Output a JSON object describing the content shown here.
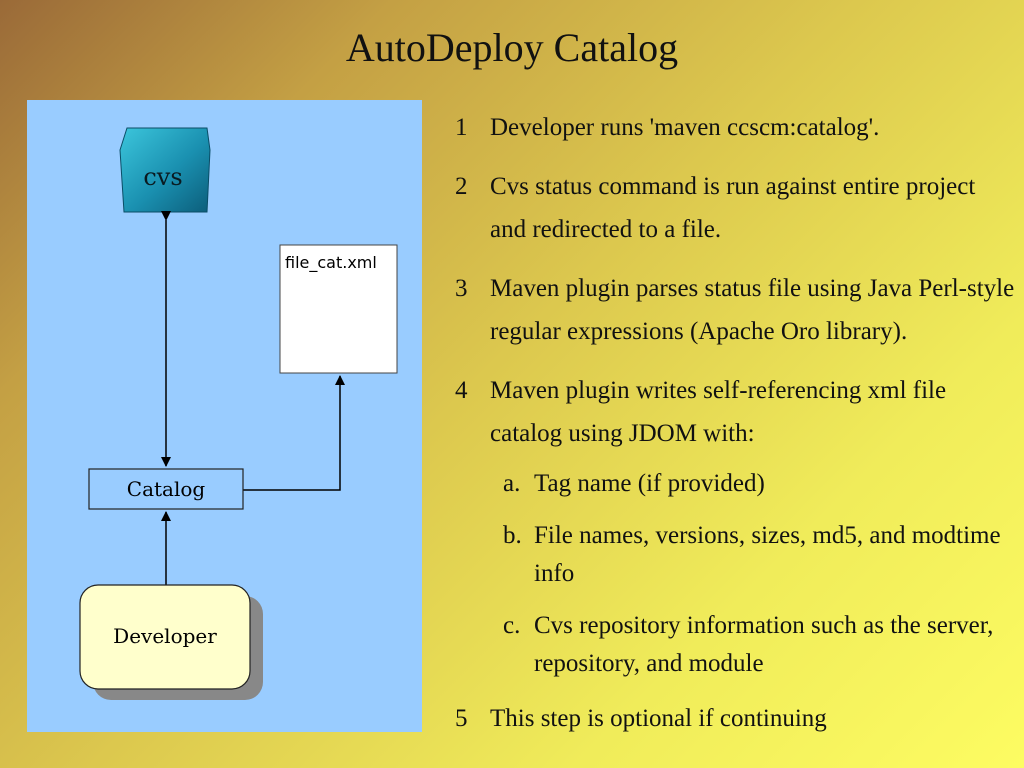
{
  "slide": {
    "title": "AutoDeploy Catalog"
  },
  "diagram": {
    "cvs_label": "cvs",
    "file_label": "file_cat.xml",
    "catalog_label": "Catalog",
    "developer_label": "Developer"
  },
  "steps": [
    {
      "num": "1",
      "text": "Developer runs 'maven ccscm:catalog'."
    },
    {
      "num": "2",
      "text": "Cvs status command is run against entire project and redirected to a file."
    },
    {
      "num": "3",
      "text": "Maven plugin parses status file using Java Perl-style regular expressions (Apache Oro library)."
    },
    {
      "num": "4",
      "text": "Maven plugin writes self-referencing xml file catalog using JDOM with:"
    },
    {
      "num": "5",
      "text": "This step is optional if continuing"
    }
  ],
  "substeps": [
    {
      "label": "a.",
      "text": "Tag name (if provided)"
    },
    {
      "label": "b.",
      "text": "File names, versions, sizes, md5, and modtime info"
    },
    {
      "label": "c.",
      "text": "Cvs repository information such as the server, repository, and module"
    }
  ],
  "colors": {
    "diagram_bg": "#99ccff",
    "cvs_fill": "#1a90b0",
    "developer_fill": "#ffffcc"
  }
}
